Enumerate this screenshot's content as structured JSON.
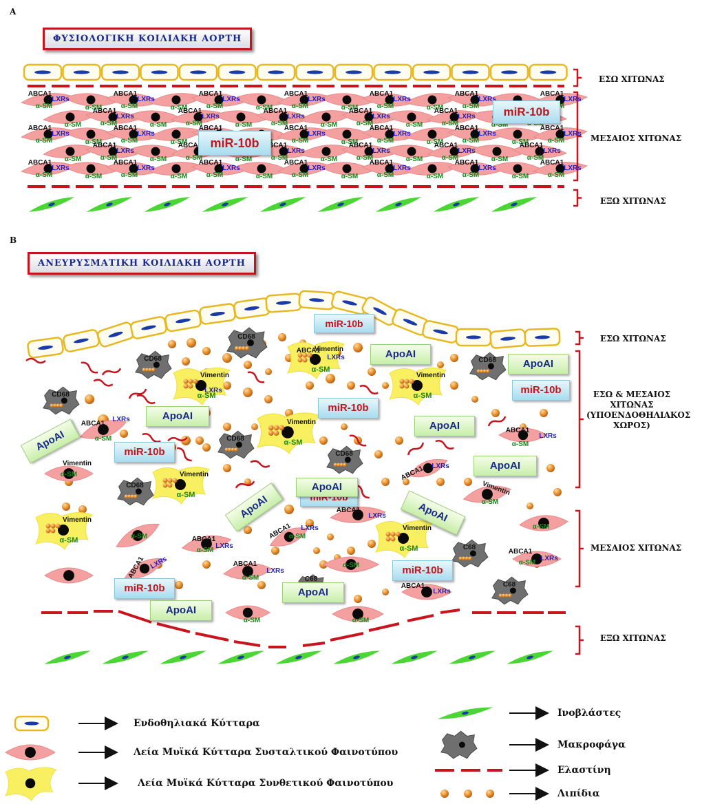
{
  "panels": {
    "a": {
      "letter": "A",
      "title": "ΦΥΣΙΟΛΟΓΙΚΗ ΚΟΙΛΙΑΚΗ ΑΟΡΤΗ"
    },
    "b": {
      "letter": "B",
      "title": "ΑΝΕΥΡΥΣΜΑΤΙΚΗ ΚΟΙΛΙΑΚΗ ΑΟΡΤΗ"
    }
  },
  "layers": {
    "a_top": "ΕΣΩ ΧΙΤΩΝΑΣ",
    "a_mid": "ΜΕΣΑΙΟΣ ΧΙΤΩΝΑΣ",
    "a_bot": "ΕΞΩ ΧΙΤΩΝΑΣ",
    "b_top": "ΕΣΩ ΧΙΤΩΝΑΣ",
    "b_sub_1": "ΕΣΩ & ΜΕΣΑΙΟΣ",
    "b_sub_2": "ΧΙΤΩΝΑΣ",
    "b_sub_3": "(ΥΠΟΕΝΔΟΘΗΛΙΑΚΟΣ",
    "b_sub_4": "ΧΩΡΟΣ)",
    "b_mid": "ΜΕΣΑΙΟΣ ΧΙΤΩΝΑΣ",
    "b_bot": "ΕΞΩ ΧΙΤΩΝΑΣ"
  },
  "cell_labels": {
    "abca1": "ABCA1",
    "lxrs": "LXRs",
    "asm": "α-SM",
    "vimentin": "Vimentin",
    "cd68": "CD68",
    "c68": "C68"
  },
  "markers": {
    "mir": "miR-10b",
    "apo": "ApoAI"
  },
  "legend": {
    "endothelial": "Ενδοθηλιακά Κύτταρα",
    "smc_contractile": "Λεία Μυϊκά Κύτταρα Συσταλτικού Φαινοτύπου",
    "smc_synthetic": "Λεία Μυϊκά Κύτταρα Συνθετικού Φαινοτύπου",
    "fibroblasts": "Ινοβλάστες",
    "macrophages": "Μακροφάγα",
    "elastin": "Ελαστίνη",
    "lipids": "Λιπίδια"
  },
  "colors": {
    "endothelial_fill": "#fffdf0",
    "endothelial_border": "#e8b820",
    "nucleus_endo": "#1a3aa8",
    "smc_contractile": "#f4a0a0",
    "smc_synthetic": "#f8f060",
    "fibroblast": "#4cd636",
    "macrophage": "#6f6f6f",
    "elastin": "#c8141c",
    "lipid": "#e8902a",
    "title_text": "#1a2a8a",
    "mir_text": "#c0161c",
    "apo_text": "#1a2a8a",
    "lxrs_text": "#2020c8",
    "asm_text": "#168a1c"
  },
  "icons": [
    "arrow-right-icon",
    "endothelial-cell-icon",
    "smc-contractile-icon",
    "smc-synthetic-icon",
    "fibroblast-icon",
    "macrophage-icon",
    "elastin-icon",
    "lipid-droplets-icon"
  ]
}
